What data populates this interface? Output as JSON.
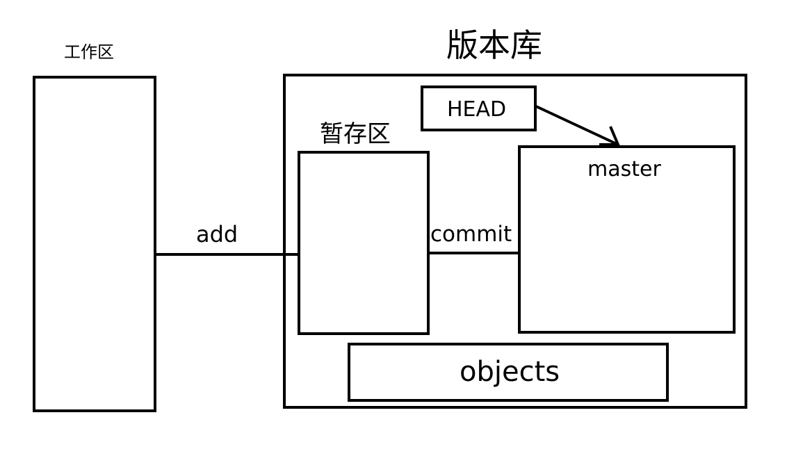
{
  "workspace": {
    "label": "工作区"
  },
  "repository": {
    "title": "版本库",
    "head": {
      "label": "HEAD"
    },
    "stage": {
      "label": "暂存区"
    },
    "master": {
      "label": "master"
    },
    "objects": {
      "label": "objects"
    }
  },
  "edges": {
    "add": "add",
    "commit": "commit"
  },
  "colors": {
    "stroke": "#000000",
    "background": "#ffffff"
  }
}
